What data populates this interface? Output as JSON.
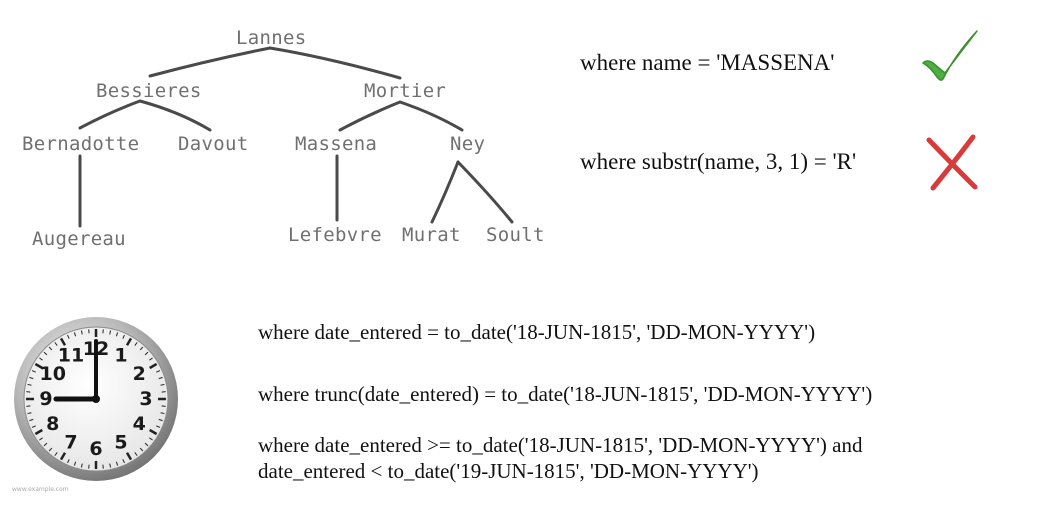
{
  "tree": {
    "nodes": {
      "lannes": "Lannes",
      "bessieres": "Bessieres",
      "mortier": "Mortier",
      "bernadotte": "Bernadotte",
      "davout": "Davout",
      "massena": "Massena",
      "ney": "Ney",
      "augereau": "Augereau",
      "lefebvre": "Lefebvre",
      "murat": "Murat",
      "soult": "Soult"
    }
  },
  "conditions": {
    "name_equals": "where name = 'MASSENA'",
    "substr": "where substr(name, 3, 1) = 'R'"
  },
  "marks": {
    "correct": {
      "icon": "check-icon",
      "color": "#4caf3f"
    },
    "wrong": {
      "icon": "cross-icon",
      "color": "#d93a3a"
    }
  },
  "date_queries": {
    "q1": "where date_entered = to_date('18-JUN-1815', 'DD-MON-YYYY')",
    "q2": "where trunc(date_entered) = to_date('18-JUN-1815', 'DD-MON-YYYY')",
    "q3_line1": "where date_entered >= to_date('18-JUN-1815', 'DD-MON-YYYY') and",
    "q3_line2": "date_entered < to_date('19-JUN-1815', 'DD-MON-YYYY')"
  },
  "clock": {
    "icon": "clock-icon",
    "numerals": [
      "12",
      "1",
      "2",
      "3",
      "4",
      "5",
      "6",
      "7",
      "8",
      "9",
      "10",
      "11"
    ],
    "time": "09:00",
    "credit": "www.example.com"
  }
}
